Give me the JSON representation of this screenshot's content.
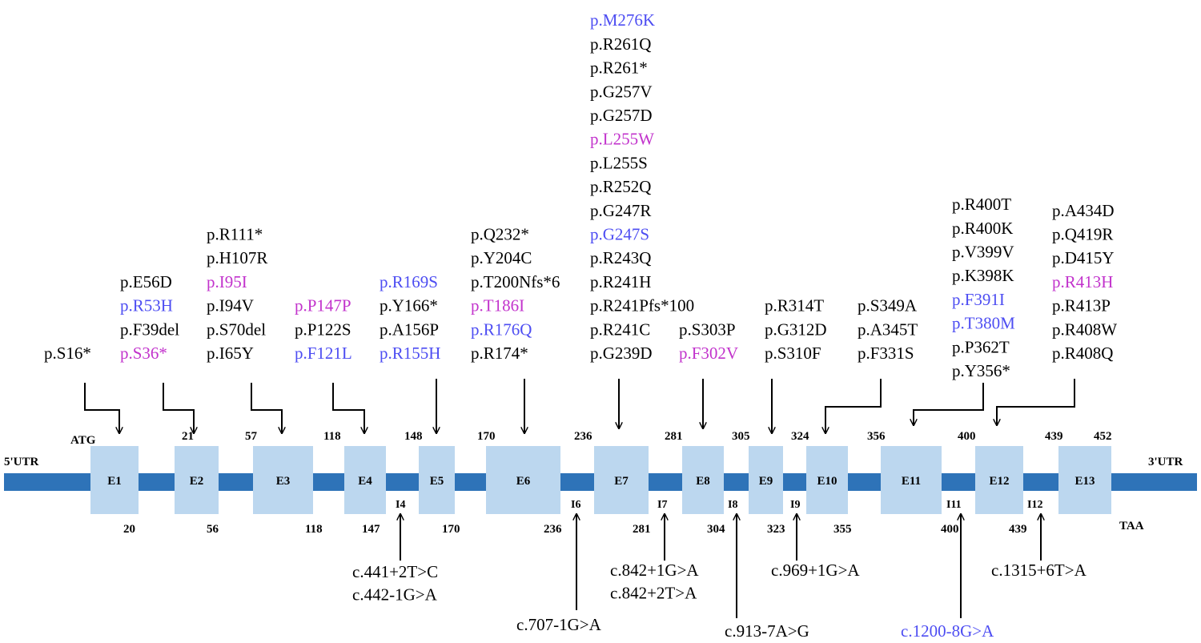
{
  "colors": {
    "black": "#000000",
    "blue": "#4d4df2",
    "magenta": "#c233cc",
    "exon_fill": "#bcd7ef",
    "backbone": "#2e73b8"
  },
  "utr": {
    "left": "5'UTR",
    "right": "3'UTR",
    "start_codon": "ATG",
    "stop_codon": "TAA"
  },
  "exons": [
    {
      "name": "E1",
      "start": "",
      "end": "20"
    },
    {
      "name": "E2",
      "start": "21",
      "end": "56"
    },
    {
      "name": "E3",
      "start": "57",
      "end": "118"
    },
    {
      "name": "E4",
      "start": "118",
      "end": "147"
    },
    {
      "name": "E5",
      "start": "148",
      "end": "170"
    },
    {
      "name": "E6",
      "start": "170",
      "end": "236"
    },
    {
      "name": "E7",
      "start": "236",
      "end": "281"
    },
    {
      "name": "E8",
      "start": "281",
      "end": "304"
    },
    {
      "name": "E9",
      "start": "305",
      "end": "323"
    },
    {
      "name": "E10",
      "start": "324",
      "end": "355"
    },
    {
      "name": "E11",
      "start": "356",
      "end": "400"
    },
    {
      "name": "E12",
      "start": "400",
      "end": "439"
    },
    {
      "name": "E13",
      "start": "439",
      "end": "452"
    }
  ],
  "introns": [
    "I4",
    "I6",
    "I7",
    "I8",
    "I9",
    "I11",
    "I12"
  ],
  "exon_mutations": [
    {
      "exon": "E1",
      "variants": [
        {
          "label": "p.S16*",
          "color": "black"
        }
      ]
    },
    {
      "exon": "E2",
      "variants": [
        {
          "label": "p.E56D",
          "color": "black"
        },
        {
          "label": "p.R53H",
          "color": "blue"
        },
        {
          "label": "p.F39del",
          "color": "black"
        },
        {
          "label": "p.S36*",
          "color": "magenta"
        }
      ]
    },
    {
      "exon": "E3",
      "variants": [
        {
          "label": "p.R111*",
          "color": "black"
        },
        {
          "label": "p.H107R",
          "color": "black"
        },
        {
          "label": "p.I95I",
          "color": "magenta"
        },
        {
          "label": "p.I94V",
          "color": "black"
        },
        {
          "label": "p.S70del",
          "color": "black"
        },
        {
          "label": "p.I65Y",
          "color": "black"
        }
      ]
    },
    {
      "exon": "E4",
      "variants": [
        {
          "label": "p.P147P",
          "color": "magenta"
        },
        {
          "label": "p.P122S",
          "color": "black"
        },
        {
          "label": "p.F121L",
          "color": "blue"
        }
      ]
    },
    {
      "exon": "E5",
      "variants": [
        {
          "label": "p.R169S",
          "color": "blue"
        },
        {
          "label": "p.Y166*",
          "color": "black"
        },
        {
          "label": "p.A156P",
          "color": "black"
        },
        {
          "label": "p.R155H",
          "color": "blue"
        }
      ]
    },
    {
      "exon": "E6",
      "variants": [
        {
          "label": "p.Q232*",
          "color": "black"
        },
        {
          "label": "p.Y204C",
          "color": "black"
        },
        {
          "label": "p.T200Nfs*6",
          "color": "black"
        },
        {
          "label": "p.T186I",
          "color": "magenta"
        },
        {
          "label": "p.R176Q",
          "color": "blue"
        },
        {
          "label": "p.R174*",
          "color": "black"
        }
      ]
    },
    {
      "exon": "E7",
      "variants": [
        {
          "label": "p.M276K",
          "color": "blue"
        },
        {
          "label": "p.R261Q",
          "color": "black"
        },
        {
          "label": "p.R261*",
          "color": "black"
        },
        {
          "label": "p.G257V",
          "color": "black"
        },
        {
          "label": "p.G257D",
          "color": "black"
        },
        {
          "label": "p.L255W",
          "color": "magenta"
        },
        {
          "label": "p.L255S",
          "color": "black"
        },
        {
          "label": "p.R252Q",
          "color": "black"
        },
        {
          "label": "p.G247R",
          "color": "black"
        },
        {
          "label": "p.G247S",
          "color": "blue"
        },
        {
          "label": "p.R243Q",
          "color": "black"
        },
        {
          "label": "p.R241H",
          "color": "black"
        },
        {
          "label": "p.R241Pfs*100",
          "color": "black"
        },
        {
          "label": "p.R241C",
          "color": "black"
        },
        {
          "label": "p.G239D",
          "color": "black"
        }
      ]
    },
    {
      "exon": "E8",
      "variants": [
        {
          "label": "p.S303P",
          "color": "black"
        },
        {
          "label": "p.F302V",
          "color": "magenta"
        }
      ]
    },
    {
      "exon": "E9",
      "variants": [
        {
          "label": "p.R314T",
          "color": "black"
        },
        {
          "label": "p.G312D",
          "color": "black"
        },
        {
          "label": "p.S310F",
          "color": "black"
        }
      ]
    },
    {
      "exon": "E10",
      "variants": [
        {
          "label": "p.S349A",
          "color": "black"
        },
        {
          "label": "p.A345T",
          "color": "black"
        },
        {
          "label": "p.F331S",
          "color": "black"
        }
      ]
    },
    {
      "exon": "E11",
      "variants": [
        {
          "label": "p.R400T",
          "color": "black"
        },
        {
          "label": "p.R400K",
          "color": "black"
        },
        {
          "label": "p.V399V",
          "color": "black"
        },
        {
          "label": "p.K398K",
          "color": "black"
        },
        {
          "label": "p.F391I",
          "color": "blue"
        },
        {
          "label": "p.T380M",
          "color": "blue"
        },
        {
          "label": "p.P362T",
          "color": "black"
        },
        {
          "label": "p.Y356*",
          "color": "black"
        }
      ]
    },
    {
      "exon": "E12",
      "variants": [
        {
          "label": "p.A434D",
          "color": "black"
        },
        {
          "label": "p.Q419R",
          "color": "black"
        },
        {
          "label": "p.D415Y",
          "color": "black"
        },
        {
          "label": "p.R413H",
          "color": "magenta"
        },
        {
          "label": "p.R413P",
          "color": "black"
        },
        {
          "label": "p.R408W",
          "color": "black"
        },
        {
          "label": "p.R408Q",
          "color": "black"
        }
      ]
    }
  ],
  "intron_mutations": [
    {
      "intron": "I4",
      "variants": [
        {
          "label": "c.441+2T>C",
          "color": "black"
        },
        {
          "label": "c.442-1G>A",
          "color": "black"
        }
      ]
    },
    {
      "intron": "I6",
      "variants": [
        {
          "label": "c.707-1G>A",
          "color": "black"
        }
      ]
    },
    {
      "intron": "I7",
      "variants": [
        {
          "label": "c.842+1G>A",
          "color": "black"
        },
        {
          "label": "c.842+2T>A",
          "color": "black"
        }
      ]
    },
    {
      "intron": "I8",
      "variants": [
        {
          "label": "c.913-7A>G",
          "color": "black"
        }
      ]
    },
    {
      "intron": "I9",
      "variants": [
        {
          "label": "c.969+1G>A",
          "color": "black"
        }
      ]
    },
    {
      "intron": "I11",
      "variants": [
        {
          "label": "c.1200-8G>A",
          "color": "blue"
        }
      ]
    },
    {
      "intron": "I12",
      "variants": [
        {
          "label": "c.1315+6T>A",
          "color": "black"
        }
      ]
    }
  ]
}
